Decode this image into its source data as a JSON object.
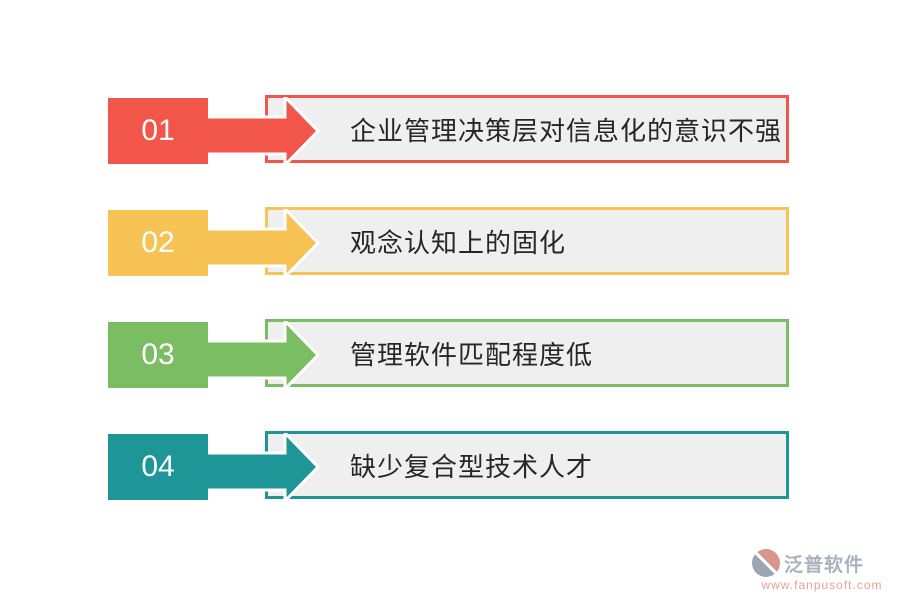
{
  "page": {
    "background": "#ffffff",
    "box_background": "#efefef",
    "box_text_color": "#262626"
  },
  "rows": [
    {
      "number": "01",
      "label": "企业管理决策层对信息化的意识不强",
      "color": "#f2554a"
    },
    {
      "number": "02",
      "label": "观念认知上的固化",
      "color": "#f7c355"
    },
    {
      "number": "03",
      "label": "管理软件匹配程度低",
      "color": "#7bbd62"
    },
    {
      "number": "04",
      "label": "缺少复合型技术人才",
      "color": "#1e9596"
    }
  ],
  "watermark": {
    "brand": "泛普软件",
    "url": "www.fanpusoft.com",
    "brand_color": "#a9b3be",
    "url_color": "#ec9f98"
  }
}
